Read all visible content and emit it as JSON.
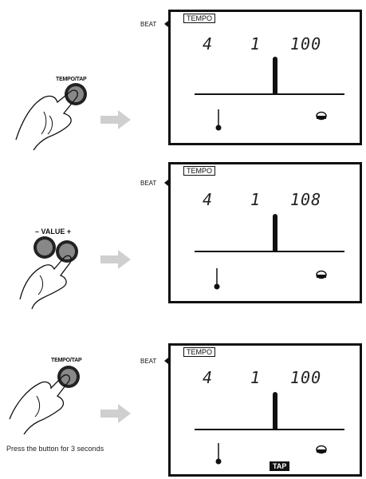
{
  "panels": [
    {
      "button_label": "TEMPO/TAP",
      "beat_label": "BEAT",
      "tempo_label": "TEMPO",
      "lcd": {
        "beat": "4",
        "measure": "1",
        "tempo": "100"
      }
    },
    {
      "button_label": "– VALUE +",
      "beat_label": "BEAT",
      "tempo_label": "TEMPO",
      "lcd": {
        "beat": "4",
        "measure": "1",
        "tempo": "108"
      }
    },
    {
      "button_label": "TEMPO/TAP",
      "beat_label": "BEAT",
      "tempo_label": "TEMPO",
      "lcd": {
        "beat": "4",
        "measure": "1",
        "tempo": "100"
      },
      "tap_label": "TAP",
      "caption": "Press the button for 3 seconds"
    }
  ],
  "icons": {
    "hand": "hand-press-icon",
    "button": "round-button-icon",
    "arrow": "right-arrow-icon",
    "metronome_left": "note-icon",
    "metronome_right": "bell-icon"
  }
}
